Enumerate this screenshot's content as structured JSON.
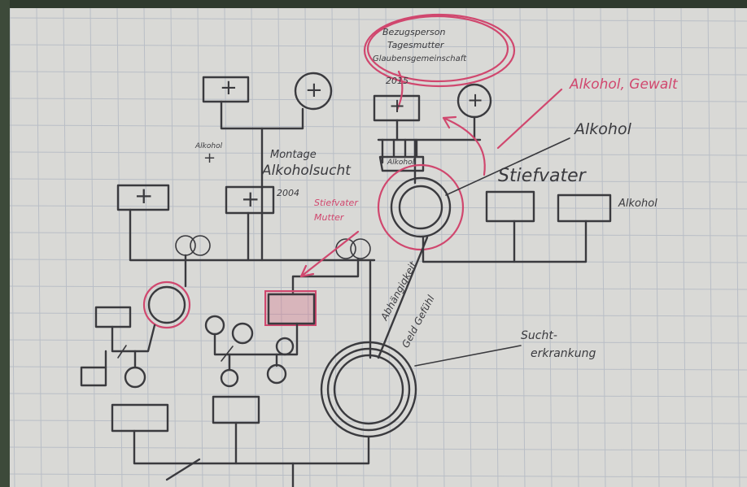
{
  "annotations": {
    "top_note_line1": "Bezugsperson",
    "top_note_line2": "Tagesmutter",
    "top_note_line3": "Glaubensgemeinschaft",
    "year_2015": "2015",
    "alkohol_gewalt": "Alkohol, Gewalt",
    "alkohol_right": "Alkohol",
    "alkohol_small_left": "Alkohol",
    "alkohol_small_mid": "Alkohol",
    "montage_line1": "Montage",
    "montage_line2": "Alkoholsucht",
    "year_2004": "2004",
    "stiefvater": "Stiefvater",
    "alkohol_far_right": "Alkohol",
    "stiefvater_red_line1": "Stiefvater",
    "stiefvater_red_line2": "Mutter",
    "abhaengigkeit_line1": "Abhängigkeit",
    "abhaengigkeit_line2": "Geld Gefühl",
    "sucht_line1": "Sucht-",
    "sucht_line2": "erkrankung"
  },
  "symbols": {
    "deceased_mark": "+",
    "deceased_small": "+"
  },
  "colors": {
    "pen": "#3a3a3e",
    "marker_red": "#d0476e",
    "paper": "#d9d9d6",
    "grid": "#b9bec6"
  }
}
